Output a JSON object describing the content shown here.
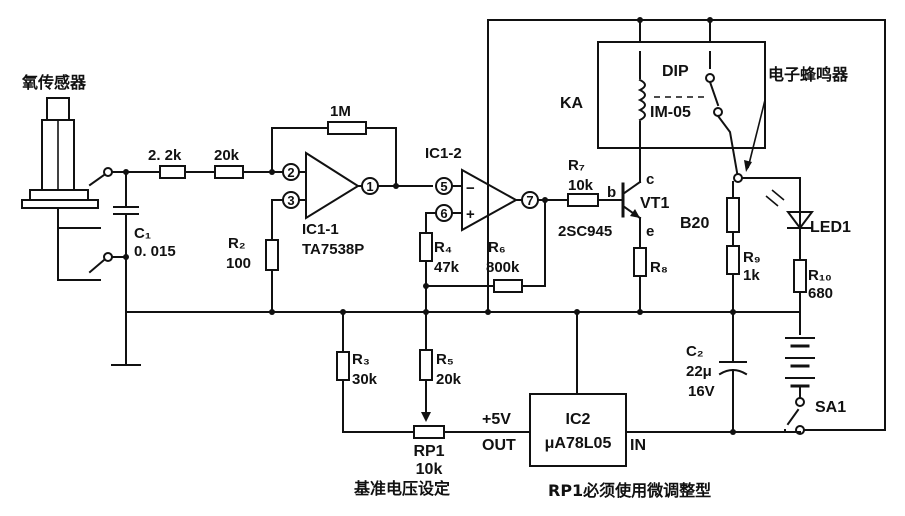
{
  "labels": {
    "sensor": "氧传感器",
    "c1_name": "C₁",
    "c1_val": "0. 015",
    "r_a": "2. 2k",
    "r_b": "20k",
    "r_fb": "1M",
    "r2_name": "R₂",
    "r2_val": "100",
    "ic1_1": "IC1-1",
    "ic1_1_part": "TA7538P",
    "ic1_2": "IC1-2",
    "pin2": "2",
    "pin3": "3",
    "pin1": "1",
    "pin5": "5",
    "pin6": "6",
    "pin7": "7",
    "minus": "−",
    "plus": "+",
    "r4_name": "R₄",
    "r4_val": "47k",
    "r6_name": "R₆",
    "r6_val": "800k",
    "r7_name": "R₇",
    "r7_val": "10k",
    "vt_b": "b",
    "vt_c": "c",
    "vt_e": "e",
    "vt_name": "VT1",
    "vt_part": "2SC945",
    "r8_name": "R₈",
    "ka": "KA",
    "relay_dip": "DIP",
    "relay_model": "IM-05",
    "buzzer_title": "电子蜂鸣器",
    "b20": "B20",
    "r9_name": "R₉",
    "r9_val": "1k",
    "led": "LED1",
    "r10_name": "R₁₀",
    "r10_val": "680",
    "r3_name": "R₃",
    "r3_val": "30k",
    "r5_name": "R₅",
    "r5_val": "20k",
    "plus5v": "+5V",
    "out": "OUT",
    "in": "IN",
    "ic2": "IC2",
    "ic2_part": "μA78L05",
    "rp1": "RP1",
    "rp1_val": "10k",
    "ref_title": "基准电压设定",
    "c2_name": "C₂",
    "c2_val": "22μ",
    "c2_v": "16V",
    "sa1": "SA1",
    "note": "RP1必须使用微调整型"
  }
}
